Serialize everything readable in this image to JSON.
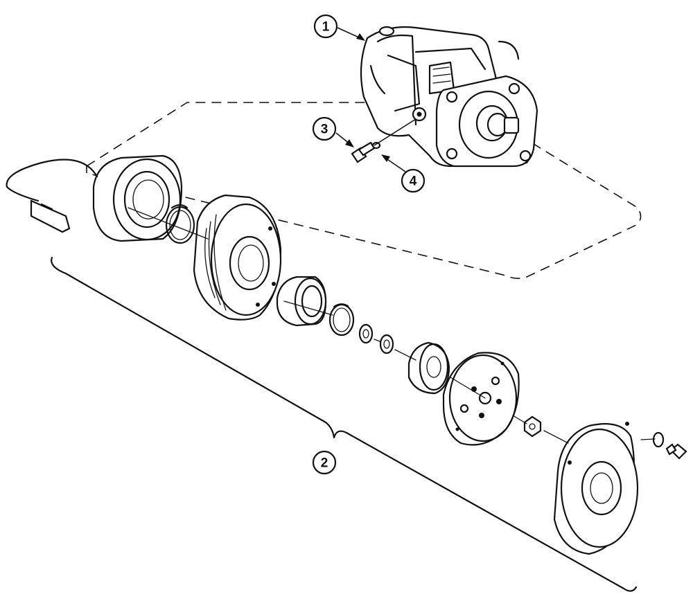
{
  "callouts": [
    {
      "id": "compressor",
      "label": "1"
    },
    {
      "id": "clutch-assembly",
      "label": "2"
    },
    {
      "id": "bolt",
      "label": "3"
    },
    {
      "id": "o-ring",
      "label": "4"
    }
  ],
  "colors": {
    "ink": "#111111",
    "paper": "#ffffff"
  }
}
